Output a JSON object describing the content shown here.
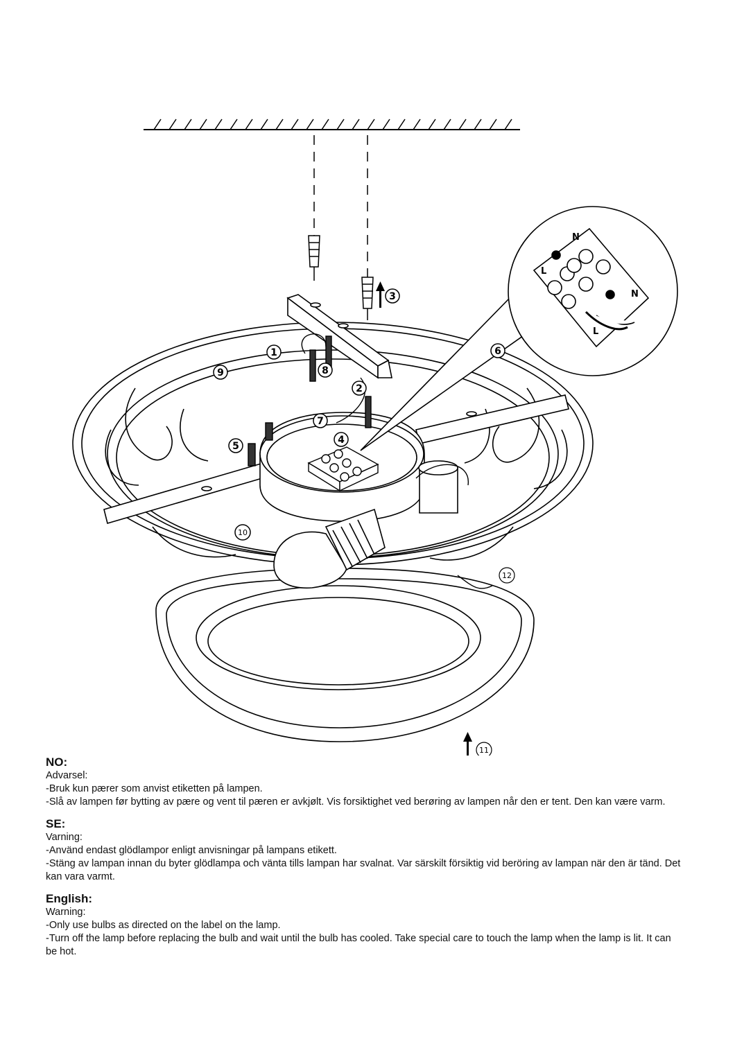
{
  "diagram": {
    "callouts": [
      "1",
      "2",
      "3",
      "4",
      "5",
      "6",
      "7",
      "8",
      "9",
      "10",
      "11",
      "12"
    ],
    "terminal_labels": {
      "live": "L",
      "neutral": "N"
    }
  },
  "sections": [
    {
      "heading": "NO:",
      "warning_label": "Advarsel:",
      "line1": "-Bruk kun pærer som anvist etiketten på lampen.",
      "line2": "-Slå av lampen før bytting av pære og vent til pæren er avkjølt. Vis forsiktighet ved berøring av lampen når den er tent. Den kan være varm."
    },
    {
      "heading": "SE:",
      "warning_label": "Varning:",
      "line1": "-Använd endast glödlampor enligt anvisningar på lampans etikett.",
      "line2": "-Stäng av lampan innan du byter glödlampa och vänta tills lampan har svalnat. Var särskilt försiktig vid beröring av lampan när den är tänd. Det kan vara varmt."
    },
    {
      "heading": "English:",
      "warning_label": "Warning:",
      "line1": "-Only use bulbs as directed on the label on the lamp.",
      "line2": "-Turn off the lamp before replacing the bulb and wait until the bulb has cooled. Take special care to touch the lamp when the lamp is lit. It can be hot."
    }
  ]
}
